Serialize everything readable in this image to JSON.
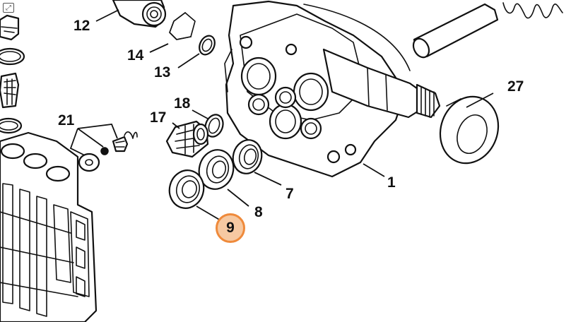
{
  "diagram": {
    "part_labels": [
      "1",
      "7",
      "8",
      "9",
      "12",
      "13",
      "14",
      "17",
      "18",
      "21",
      "27"
    ],
    "labels": {
      "p1": "1",
      "p7": "7",
      "p8": "8",
      "p9": "9",
      "p12": "12",
      "p13": "13",
      "p14": "14",
      "p17": "17",
      "p18": "18",
      "p21": "21",
      "p27": "27"
    },
    "highlighted_part": "9",
    "highlight_colors": {
      "fill": "#f6c9a2",
      "stroke": "#ef8a3b"
    },
    "corner_icon": "expand-icon"
  }
}
